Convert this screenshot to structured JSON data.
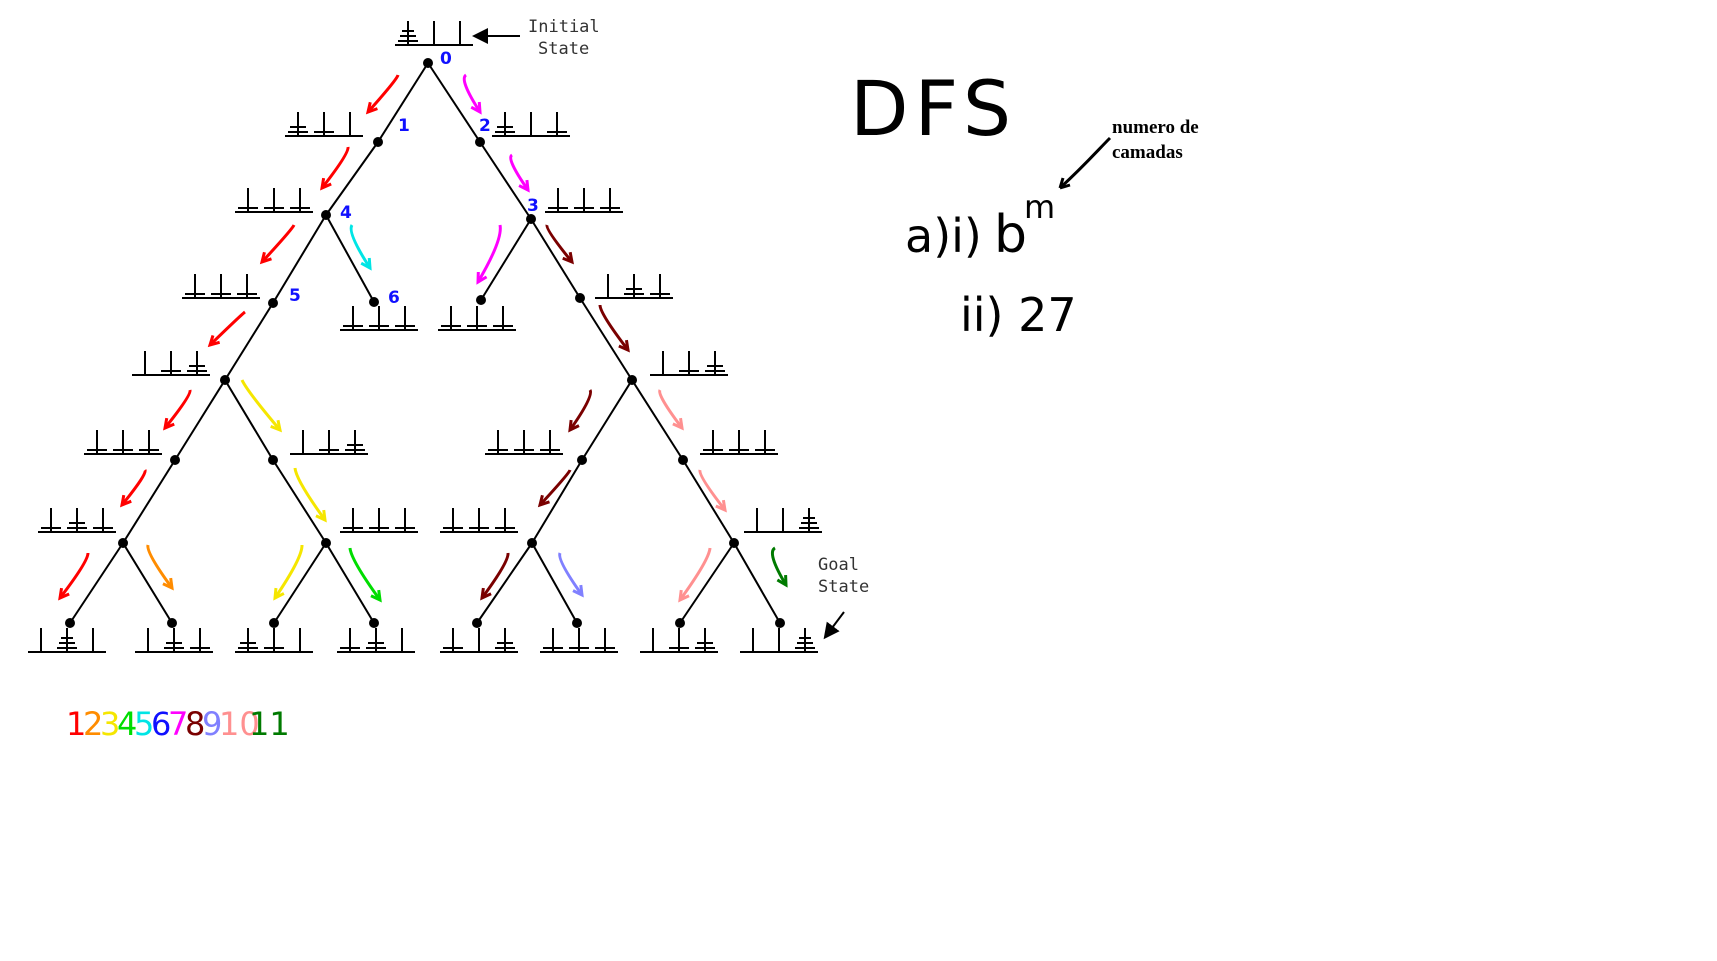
{
  "labels": {
    "initial_state": [
      "Initial",
      "State"
    ],
    "goal_state": [
      "Goal",
      "State"
    ]
  },
  "order_numbers": [
    "0",
    "1",
    "2",
    "3",
    "4",
    "5",
    "6"
  ],
  "notes": {
    "title": "DFS",
    "answer_i_prefix": "a)i)",
    "answer_i_value": "b",
    "answer_i_exponent": "m",
    "annotation": [
      "numero de",
      "camadas"
    ],
    "answer_ii": "ii) 27"
  },
  "legend": [
    {
      "label": "1",
      "color": "#ff0000"
    },
    {
      "label": "2",
      "color": "#ff8c00"
    },
    {
      "label": "3",
      "color": "#f5e600"
    },
    {
      "label": "4",
      "color": "#00dd00"
    },
    {
      "label": "5",
      "color": "#00e5e5"
    },
    {
      "label": "6",
      "color": "#1010ff"
    },
    {
      "label": "7",
      "color": "#ff00ff"
    },
    {
      "label": "8",
      "color": "#7a0000"
    },
    {
      "label": "9",
      "color": "#8080ff"
    },
    {
      "label": "10",
      "color": "#ff9090"
    },
    {
      "label": "11",
      "color": "#007a00"
    }
  ],
  "colors": {
    "ink": "#000000",
    "order_number": "#1010ff"
  }
}
